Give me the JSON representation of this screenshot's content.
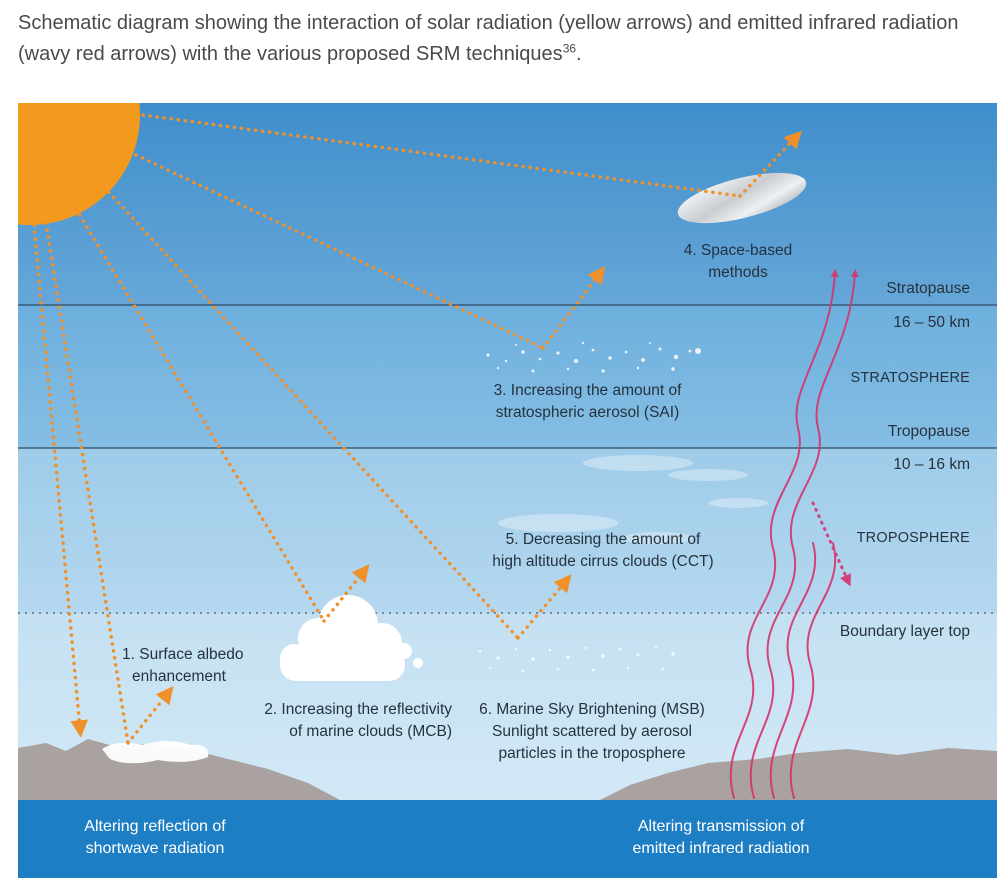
{
  "caption": {
    "text": "Schematic diagram showing the interaction of solar radiation (yellow arrows) and emitted infrared radiation (wavy red arrows) with the various proposed SRM techniques",
    "ref": "36",
    "end": "."
  },
  "methods": {
    "m1": {
      "line1": "1. Surface albedo",
      "line2": "enhancement"
    },
    "m2": {
      "line1": "2. Increasing the reflectivity",
      "line2": "of marine clouds (MCB)"
    },
    "m3": {
      "line1": "3. Increasing the amount of",
      "line2": "stratospheric aerosol (SAI)"
    },
    "m4": {
      "line1": "4. Space-based",
      "line2": "methods"
    },
    "m5": {
      "line1": "5. Decreasing the amount of",
      "line2": "high altitude cirrus clouds (CCT)"
    },
    "m6": {
      "line1": "6. Marine Sky Brightening (MSB)",
      "line2": "Sunlight scattered by aerosol",
      "line3": "particles in the troposphere"
    }
  },
  "layers": {
    "stratopause": "Stratopause",
    "strat_range": "16 – 50 km",
    "stratosphere": "STRATOSPHERE",
    "tropopause": "Tropopause",
    "trop_range": "10 – 16 km",
    "troposphere": "TROPOSPHERE",
    "boundary": "Boundary layer top"
  },
  "footer": {
    "left_line1": "Altering reflection of",
    "left_line2": "shortwave radiation",
    "right_line1": "Altering transmission of",
    "right_line2": "emitted infrared radiation"
  },
  "colors": {
    "solar_arrow": "#f0902a",
    "infrared_arrow": "#d6336c",
    "sun": "#f39a1e",
    "ocean": "#1e7ec4",
    "land": "#a9a2a0"
  }
}
